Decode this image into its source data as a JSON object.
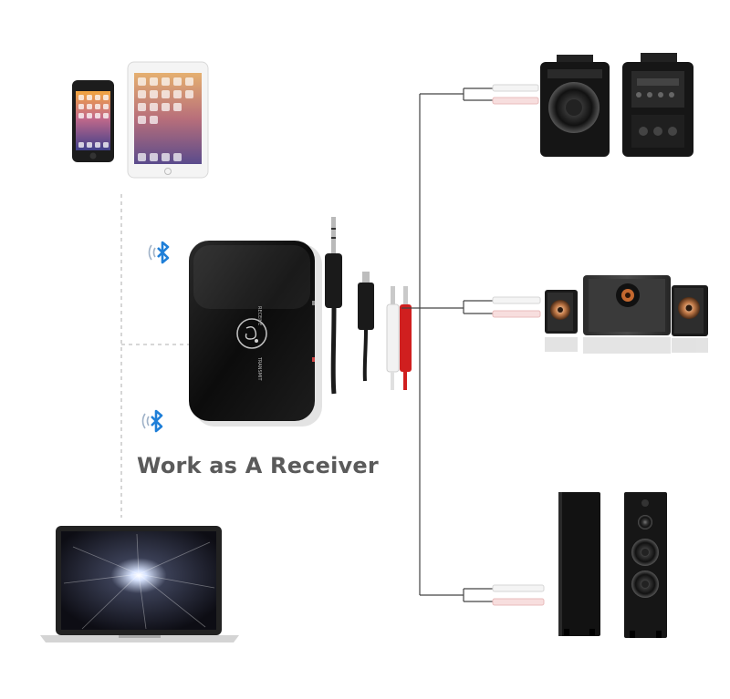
{
  "headline": "Work as A Receiver",
  "device": {
    "receive_label": "RECEIVE",
    "transmit_label": "TRANSMIT"
  },
  "icons": {
    "bluetooth_top": "bluetooth-icon",
    "bluetooth_bottom": "bluetooth-icon"
  }
}
